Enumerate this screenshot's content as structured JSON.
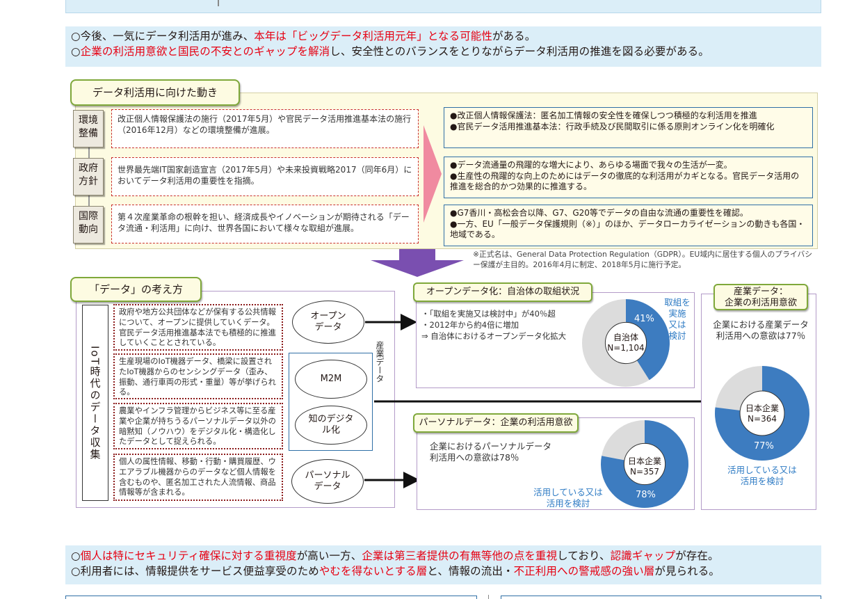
{
  "top_summary": {
    "line1": {
      "p1": "○今後、一気にデータ利活用が進み、",
      "p2": "本年は「ビッグデータ利活用元年」となる可能性",
      "p3": "がある。"
    },
    "line2": {
      "p1": "○",
      "p2": "企業の利活用意欲と国民の不安とのギャップを解消",
      "p3": "し、安全性とのバランスをとりながらデータ利活用の推進を図る必要がある。"
    }
  },
  "movement": {
    "title": "データ利活用に向けた動き",
    "rows": [
      {
        "label_a": "環境",
        "label_b": "整備",
        "desc": "改正個人情報保護法の施行（2017年5月）や官民データ活用推進基本法の施行（2016年12月）などの環境整備が進展。",
        "bullets": [
          "●改正個人情報保護法：匿名加工情報の安全性を確保しつつ積極的な利活用を推進",
          "●官民データ活用推進基本法：行政手続及び民間取引に係る原則オンライン化を明確化"
        ]
      },
      {
        "label_a": "政府",
        "label_b": "方針",
        "desc": "世界最先端IT国家創造宣言（2017年5月）や未来投資戦略2017（同年6月）においてデータ利活用の重要性を指摘。",
        "bullets": [
          "●データ流通量の飛躍的な増大により、あらゆる場面で我々の生活が一変。",
          "●生産性の飛躍的な向上のためにはデータの徹底的な利活用がカギとなる。官民データ活用の推進を総合的かつ効果的に推進する。"
        ]
      },
      {
        "label_a": "国際",
        "label_b": "動向",
        "desc": "第４次産業革命の根幹を担い、経済成長やイノベーションが期待される「データ流通・利活用」に向け、世界各国において様々な取組が進展。",
        "bullets": [
          "●G7香川・高松会合以降、G7、G20等でデータの自由な流通の重要性を確認。",
          "●一方、EU「一般データ保護規則（※）」のほか、データローカライゼーションの動きも各国・地域である。"
        ]
      }
    ],
    "footnote": "※正式名は、General Data Protection Regulation（GDPR）。EU域内に居住する個人のプライバシー保護が主目的。2016年4月に制定、2018年5月に施行予定。"
  },
  "data_concept": {
    "title": "「データ」の考え方",
    "vertical_label": "IoT時代のデータ収集",
    "industry_label": "産業データ",
    "items": [
      {
        "desc": "政府や地方公共団体などが保有する公共情報について、オープンに提供していくデータ。官民データ活用推進基本法でも積極的に推進していくこととされている。",
        "ellipse": "オープンデータ"
      },
      {
        "desc": "生産現場のIoT機器データ、橋梁に設置されたIoT機器からのセンシングデータ（歪み、振動、通行車両の形式・重量）等が挙げられる。",
        "ellipse": "M2M"
      },
      {
        "desc": "農業やインフラ管理からビジネス等に至る産業や企業が持ちうるパーソナルデータ以外の暗黙知（ノウハウ）をデジタル化・構造化したデータとして捉えられる。",
        "ellipse": "知のデジタル化"
      },
      {
        "desc": "個人の属性情報、移動・行動・購買履歴、ウエアラブル機器からのデータなど個人情報を含むものや、匿名加工された人流情報、商品情報等が含まれる。",
        "ellipse": "パーソナルデータ"
      }
    ]
  },
  "open_data": {
    "title": "オープンデータ化：自治体の取組状況",
    "lines": [
      "・「取組を実施又は検討中」が40％超",
      "・2012年から約4倍に増加",
      "⇒ 自治体におけるオープンデータ化拡大"
    ],
    "center": [
      "自治体",
      "N=1,104"
    ],
    "pct": "41%",
    "side": [
      "取組を",
      "実施",
      "又は",
      "検討"
    ],
    "value": 0.41
  },
  "personal_data": {
    "title": "パーソナルデータ：企業の利活用意欲",
    "lines": [
      "企業におけるパーソナルデータ",
      "利活用への意欲は78％"
    ],
    "center": [
      "日本企業",
      "N=357"
    ],
    "pct": "78%",
    "caption": [
      "活用している又は",
      "活用を検討"
    ],
    "value": 0.78
  },
  "industry_data": {
    "title_a": "産業データ：",
    "title_b": "企業の利活用意欲",
    "lines": [
      "企業における産業データ",
      "利活用への意欲は77％"
    ],
    "center": [
      "日本企業",
      "N=364"
    ],
    "pct": "77%",
    "caption": [
      "活用している又は",
      "活用を検討"
    ],
    "value": 0.77
  },
  "bottom_summary": {
    "line1": {
      "p1": "○",
      "p2": "個人は特にセキュリティ確保に対する重視度",
      "p3": "が高い一方、",
      "p4": "企業は第三者提供の有無等他の点を重視",
      "p5": "しており、",
      "p6": "認識ギャップ",
      "p7": "が存在。"
    },
    "line2": {
      "p1": "○利用者には、情報提供をサービス便益享受のため",
      "p2": "やむを得ないとする層",
      "p3": "と、情報の流出・",
      "p4": "不正利用への警戒感の強い層",
      "p5": "が見られる。"
    }
  },
  "colors": {
    "accent_red": "#e60012",
    "donut_blue": "#3d7cc0",
    "donut_gray": "#dcdcdc",
    "arrow_purple": "#7a4fb0",
    "arrow_pink": "#f08aa0"
  }
}
